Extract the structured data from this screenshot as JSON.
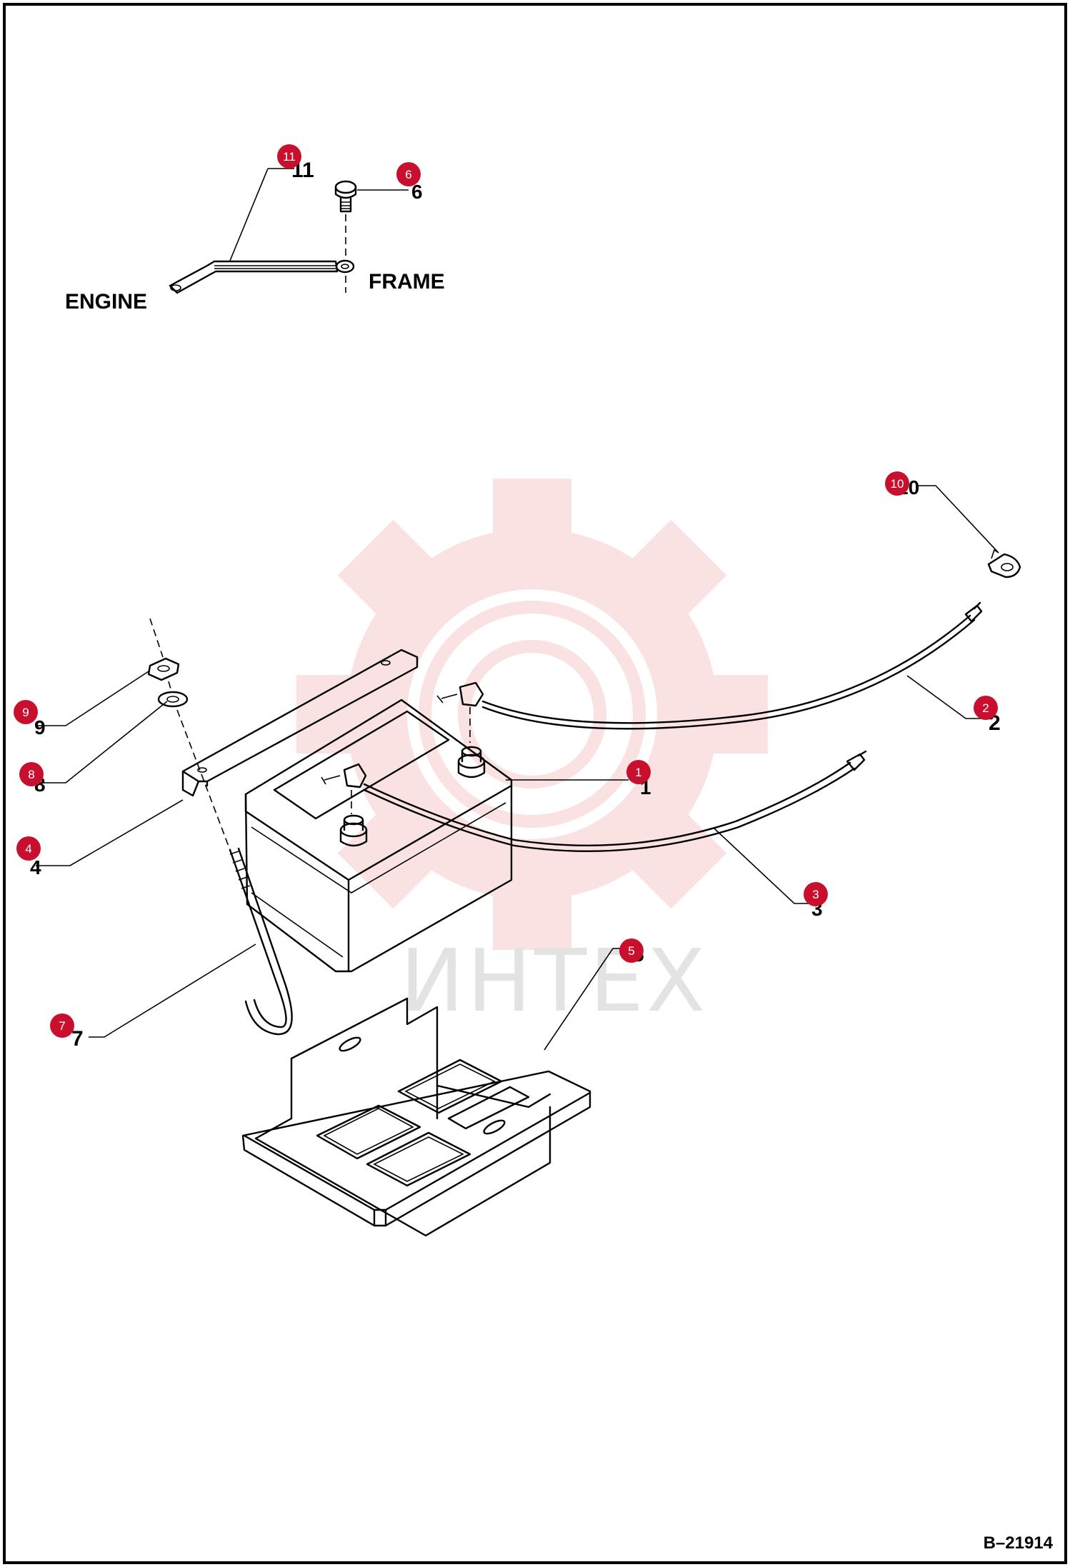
{
  "labels": {
    "engine": "ENGINE",
    "frame": "FRAME",
    "drawing_number": "B–21914"
  },
  "watermark": {
    "text": "ИНТЕХ",
    "gear_color": "#f6c9cc"
  },
  "callouts": [
    {
      "id": "callout-1",
      "number": "1"
    },
    {
      "id": "callout-2",
      "number": "2"
    },
    {
      "id": "callout-3",
      "number": "3"
    },
    {
      "id": "callout-4",
      "number": "4"
    },
    {
      "id": "callout-5",
      "number": "5"
    },
    {
      "id": "callout-6",
      "number": "6"
    },
    {
      "id": "callout-7",
      "number": "7"
    },
    {
      "id": "callout-8",
      "number": "8"
    },
    {
      "id": "callout-9",
      "number": "9"
    },
    {
      "id": "callout-10",
      "number": "10"
    },
    {
      "id": "callout-11",
      "number": "11"
    }
  ],
  "part_numbers": {
    "p1": "1",
    "p2": "2",
    "p3": "3",
    "p4": "4",
    "p5": "5",
    "p6": "6",
    "p7": "7",
    "p8": "8",
    "p9": "9",
    "p10": "10",
    "p11": "11"
  },
  "colors": {
    "callout_fill": "#c8102e",
    "border": "#000000"
  }
}
